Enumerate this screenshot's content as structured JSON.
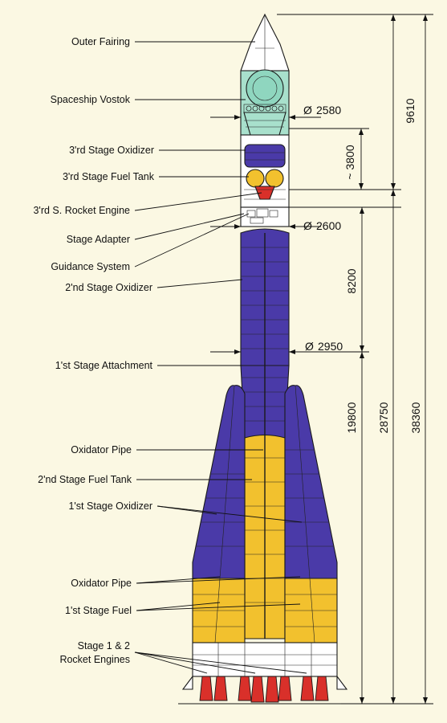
{
  "labels": [
    "Outer Fairing",
    "Spaceship Vostok",
    "3'rd Stage Oxidizer",
    "3'rd Stage Fuel Tank",
    "3'rd S. Rocket Engine",
    "Stage Adapter",
    "Guidance System",
    "2'nd Stage Oxidizer",
    "1'st Stage Attachment",
    "Oxidator Pipe",
    "2'nd Stage Fuel Tank",
    "1'st Stage Oxidizer",
    "Oxidator Pipe",
    "1'st Stage Fuel",
    "Stage 1 & 2",
    "Rocket Engines"
  ],
  "diameters": [
    "2580",
    "2600",
    "2950"
  ],
  "diameter_symbol": "Ø",
  "lengths": [
    "9610",
    "~ 3800",
    "8200",
    "19800",
    "28750",
    "38360"
  ],
  "colors": {
    "background": "#fbf8e3",
    "oxidizer": "#4a3aa8",
    "fuel": "#f2c12e",
    "spacecraft": "#a8e0cc",
    "guidance": "#36c23a",
    "engine": "#d9302a",
    "structure": "#ffffff"
  }
}
